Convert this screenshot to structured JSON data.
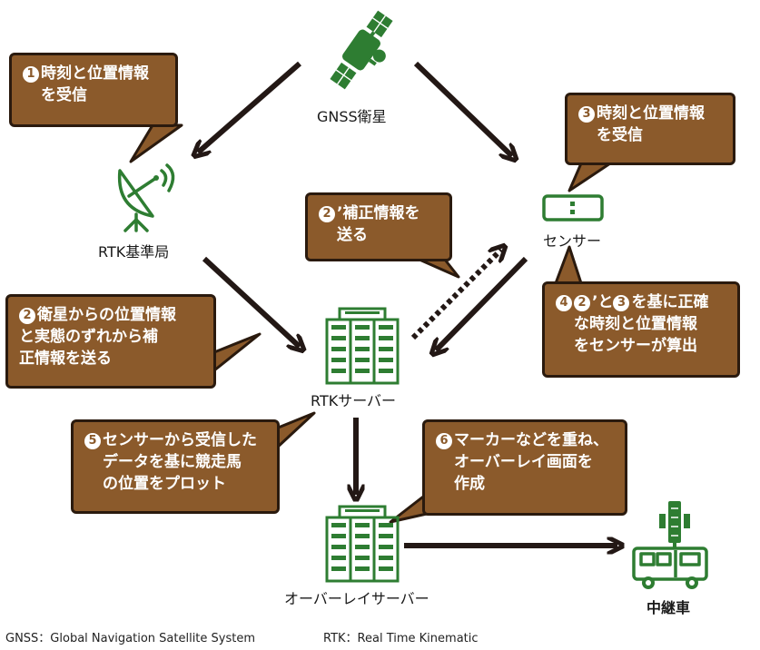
{
  "colors": {
    "icon_green": "#2e7d32",
    "callout_brown": "#8b5a2b",
    "callout_border": "#2a1a0e",
    "arrow": "#231815"
  },
  "nodes": {
    "satellite": {
      "label": "GNSS衛星",
      "icon": "satellite-icon"
    },
    "base_station": {
      "label": "RTK基準局",
      "icon": "satellite-dish-icon"
    },
    "sensor": {
      "label": "センサー",
      "icon": "sensor-device-icon"
    },
    "rtk_server": {
      "label": "RTKサーバー",
      "icon": "server-rack-icon"
    },
    "overlay_server": {
      "label": "オーバーレイサーバー",
      "icon": "server-rack-icon"
    },
    "relay_vehicle": {
      "label": "中継車",
      "icon": "relay-truck-icon"
    }
  },
  "callouts": {
    "step1": {
      "num": "1",
      "lines": [
        "時刻と位置情報",
        "を受信"
      ]
    },
    "step3": {
      "num": "3",
      "lines": [
        "時刻と位置情報",
        "を受信"
      ]
    },
    "step2prime": {
      "num": "2",
      "prime": "’",
      "lines": [
        "補正情報を",
        "送る"
      ]
    },
    "step2": {
      "num": "2",
      "lines": [
        "衛星からの位置情報",
        "と実態のずれから補",
        "正情報を送る"
      ]
    },
    "step4": {
      "num": "4",
      "num_b": "2",
      "prime": "’",
      "and": "と",
      "num_c": "3",
      "lines": [
        "を基に正確",
        "な時刻と位置情報",
        "をセンサーが算出"
      ]
    },
    "step5": {
      "num": "5",
      "lines": [
        "センサーから受信した",
        "データを基に競走馬",
        "の位置をプロット"
      ]
    },
    "step6": {
      "num": "6",
      "lines": [
        "マーカーなどを重ね、",
        "オーバーレイ画面を",
        "作成"
      ]
    }
  },
  "footnotes": {
    "gnss": "GNSS：Global Navigation Satellite System",
    "rtk": "RTK：Real Time Kinematic"
  }
}
